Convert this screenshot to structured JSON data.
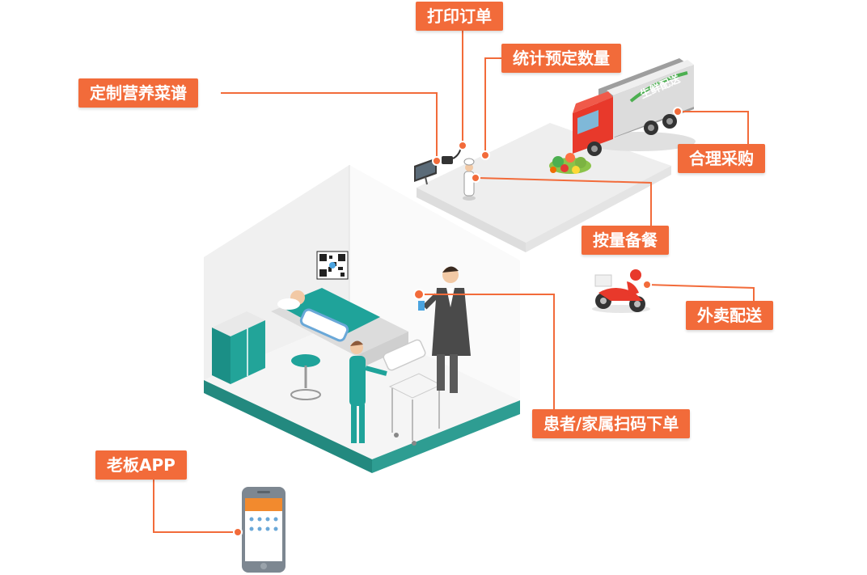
{
  "labels": {
    "print_order": "打印订单",
    "count_reservations": "统计预定数量",
    "custom_menu": "定制营养菜谱",
    "reasonable_purchase": "合理采购",
    "prepare_by_quantity": "按量备餐",
    "takeout_delivery": "外卖配送",
    "scan_to_order": "患者/家属扫码下单",
    "boss_app": "老板APP"
  },
  "truck": {
    "text": "生鲜配送"
  },
  "colors": {
    "accent": "#f26b3a",
    "connector": "#f26b3a",
    "room_wall": "#f2f2f2",
    "room_floor": "#f7f7f7",
    "room_base": "#23897f",
    "teal_furniture": "#1fa39a",
    "truck_red": "#e8392b"
  },
  "icons": {
    "kitchen_monitor": "monitor-icon",
    "printer": "printer-icon",
    "chef": "chef-icon",
    "vegetables": "vegetables-icon",
    "truck": "delivery-truck-icon",
    "scooter": "delivery-scooter-icon",
    "qr_code": "qr-code-icon",
    "phone": "smartphone-icon"
  }
}
